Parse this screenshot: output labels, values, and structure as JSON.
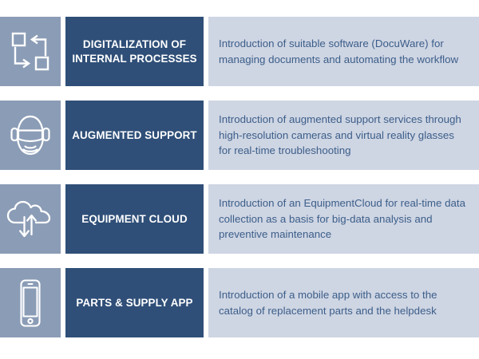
{
  "colors": {
    "icon_tile_bg": "#8B9CB6",
    "title_tile_bg": "#2F4F78",
    "desc_tile_bg": "#CED5E3",
    "title_text": "#FFFFFF",
    "desc_text": "#3C5E89",
    "icon_stroke": "#FFFFFF",
    "page_bg": "#FFFFFF"
  },
  "rows": [
    {
      "icon": "process-cycle-icon",
      "title": "DIGITALIZATION OF INTERNAL PROCESSES",
      "description": "Introduction of suitable software (DocuWare) for managing documents and automating the workflow"
    },
    {
      "icon": "vr-headset-icon",
      "title": "AUGMENTED SUPPORT",
      "description": "Introduction of augmented support services through high-resolution cameras and virtual reality glasses for real-time troubleshooting"
    },
    {
      "icon": "cloud-sync-icon",
      "title": "EQUIPMENT CLOUD",
      "description": "Introduction of an EquipmentCloud for real-time data collection as a basis for big-data analysis and preventive maintenance"
    },
    {
      "icon": "smartphone-icon",
      "title": "PARTS & SUPPLY APP",
      "description": "Introduction of a mobile app with access to the catalog of replacement parts and the helpdesk"
    }
  ]
}
